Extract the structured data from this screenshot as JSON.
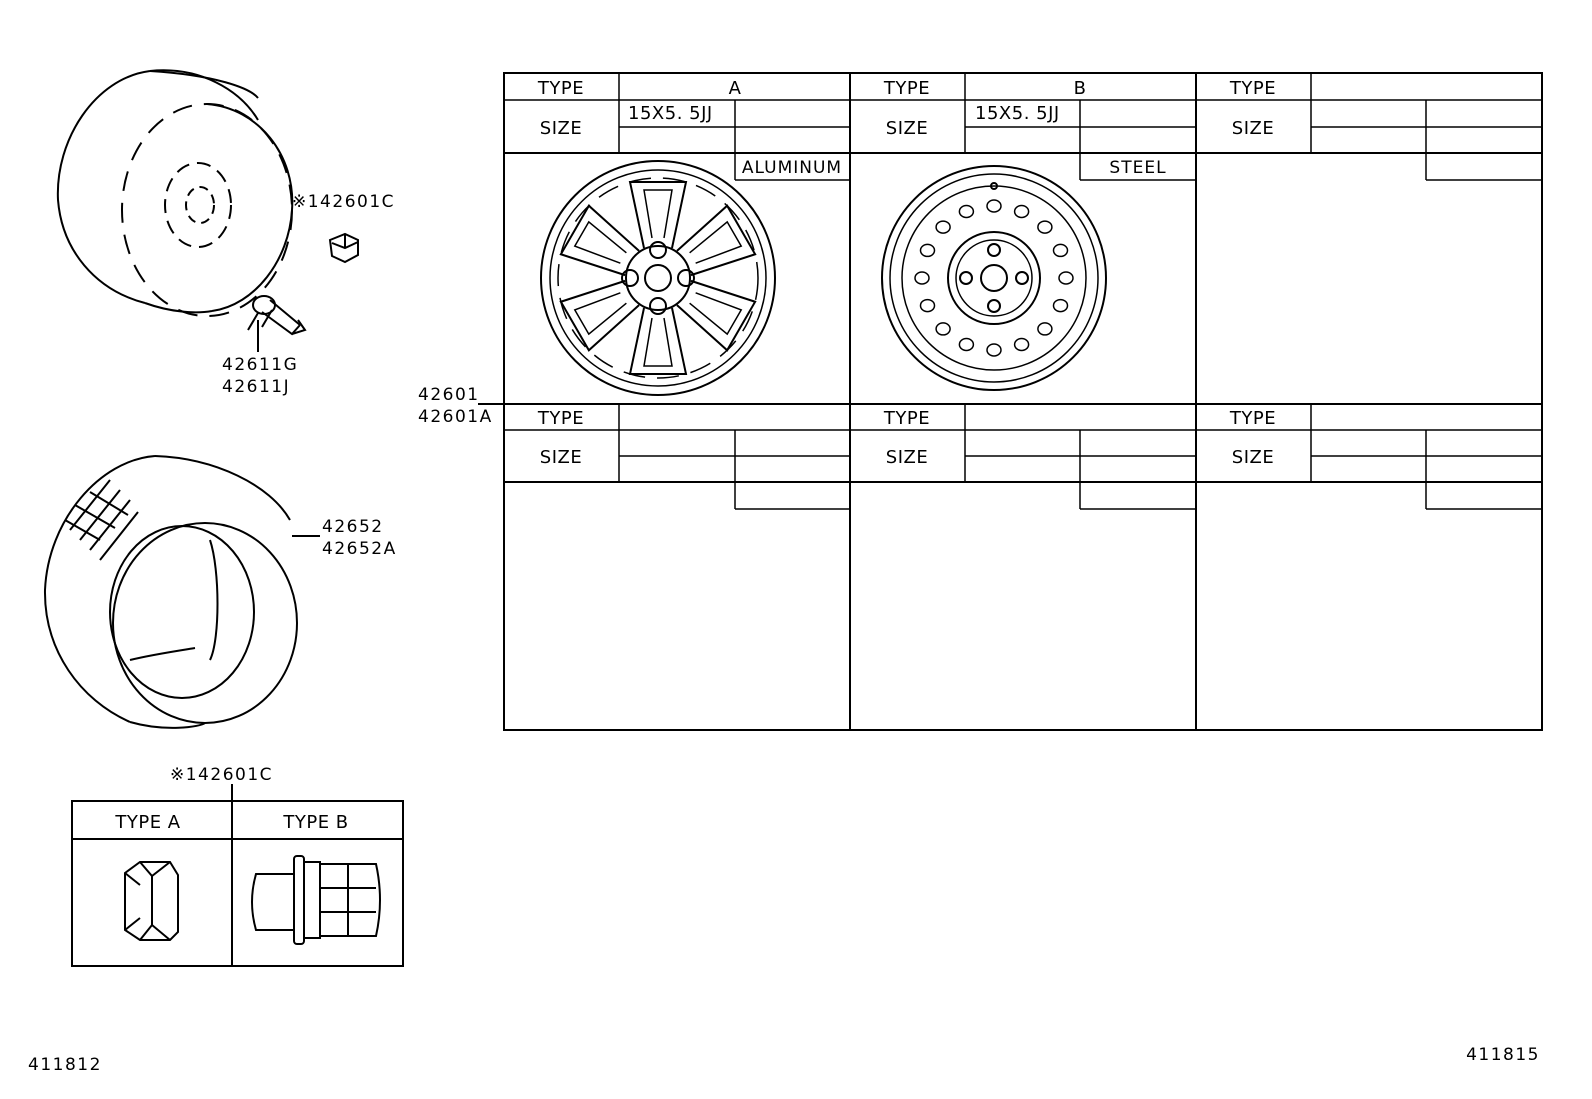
{
  "callouts": {
    "nut_top": "※142601C",
    "valve_1": "42611G",
    "valve_2": "42611J",
    "wheel_1": "42601",
    "wheel_2": "42601A",
    "tire_1": "42652",
    "tire_2": "42652A",
    "nut_bottom": "※142601C"
  },
  "icons": [
    "wheel-rim-icon",
    "valve-stem-icon",
    "hub-nut-icon",
    "tire-icon",
    "alloy-wheel-icon",
    "steel-wheel-icon",
    "lug-nut-type-a-icon",
    "lug-nut-type-b-icon"
  ],
  "wheel_table": {
    "type_label": "TYPE",
    "size_label": "SIZE",
    "columns": [
      {
        "type": "A",
        "size": "15X5. 5JJ",
        "material": "ALUMINUM"
      },
      {
        "type": "B",
        "size": "15X5. 5JJ",
        "material": "STEEL"
      },
      {
        "type": "",
        "size": "",
        "material": ""
      }
    ]
  },
  "nut_table": {
    "type_a": "TYPE  A",
    "type_b": "TYPE  B"
  },
  "footer": {
    "left_code": "411812",
    "right_code": "411815"
  }
}
